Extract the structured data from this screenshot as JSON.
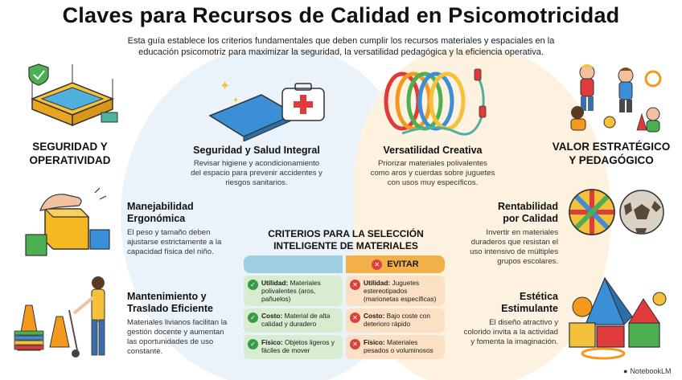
{
  "title": "Claves para Recursos de Calidad en Psicomotricidad",
  "intro": "Esta guía establece los criterios fundamentales que deben cumplir los recursos materiales y espaciales en la educación psicomotriz para maximizar la seguridad, la versatilidad pedagógica y la eficiencia operativa.",
  "left_column": {
    "heading": "SEGURIDAD Y\nOPERATIVIDAD",
    "manejabilidad": {
      "title": "Manejabilidad\nErgonómica",
      "text": "El peso y tamaño deben ajustarse estrictamente a la capacidad física del niño."
    },
    "mantenimiento": {
      "title": "Mantenimiento y\nTraslado Eficiente",
      "text": "Materiales livianos facilitan la gestión docente y aumentan las oportunidades de uso constante."
    }
  },
  "center": {
    "seguridad": {
      "title": "Seguridad y Salud Integral",
      "text": "Revisar higiene y acondicionamiento del espacio para prevenir accidentes y riesgos sanitarios."
    },
    "versatilidad": {
      "title": "Versatilidad Creativa",
      "text": "Priorizar materiales polivalentes como aros y cuerdas sobre juguetes con usos muy específicos."
    },
    "criterios_title": "CRITERIOS PARA LA SELECCIÓN\nINTELIGENTE DE MATERIALES"
  },
  "table": {
    "avoid_label": "EVITAR",
    "rows": [
      {
        "ok_key": "Utilidad:",
        "ok_text": " Materiales polivalentes (aros, pañuelos)",
        "no_key": "Utilidad:",
        "no_text": " Juguetes estereotipados (marionetas específicas)"
      },
      {
        "ok_key": "Costo:",
        "ok_text": " Material de alta calidad y duradero",
        "no_key": "Costo:",
        "no_text": " Bajo coste con deterioro rápido"
      },
      {
        "ok_key": "Físico:",
        "ok_text": " Objetos ligeros y fáciles de mover",
        "no_key": "Físico:",
        "no_text": " Materiales pesados o voluminosos"
      }
    ]
  },
  "right_column": {
    "heading": "VALOR ESTRATÉGICO\nY PEDAGÓGICO",
    "rentabilidad": {
      "title": "Rentabilidad\npor Calidad",
      "text": "Invertir en materiales duraderos que resistan el uso intensivo de múltiples grupos escolares."
    },
    "estetica": {
      "title": "Estética\nEstimulante",
      "text": "El diseño atractivo y colorido invita a la actividad y fomenta la imaginación."
    }
  },
  "brand": "NotebookLM",
  "icons": [
    "shield-check-icon",
    "first-aid-kit-icon",
    "blocks-icon",
    "cones-cart-icon",
    "hoops-ropes-icon",
    "balls-icon",
    "shapes-icon",
    "children-icon",
    "check-icon",
    "cross-icon"
  ]
}
